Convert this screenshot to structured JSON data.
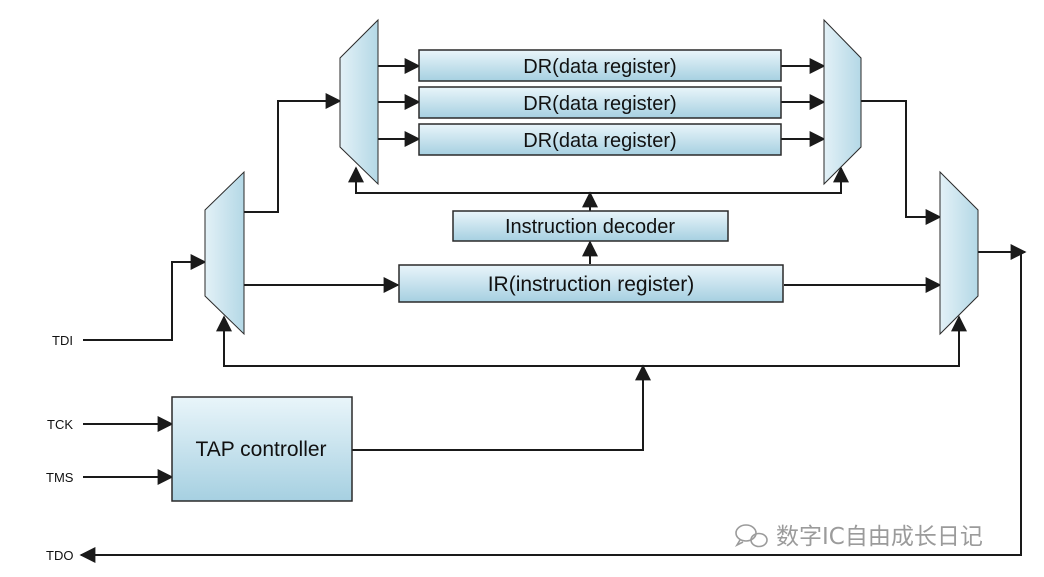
{
  "pins": {
    "tdi": "TDI",
    "tck": "TCK",
    "tms": "TMS",
    "tdo": "TDO"
  },
  "registers": {
    "dr": [
      "DR(data register)",
      "DR(data register)",
      "DR(data register)"
    ],
    "ir": "IR(instruction register)",
    "decoder": "Instruction decoder"
  },
  "controller": "TAP controller",
  "watermark": "数字IC自由成长日记",
  "colors": {
    "box_fill_top": "#e6f3f8",
    "box_fill_bottom": "#a9d2e2",
    "stroke": "#1a1a1a",
    "watermark": "#8a8a8a"
  }
}
